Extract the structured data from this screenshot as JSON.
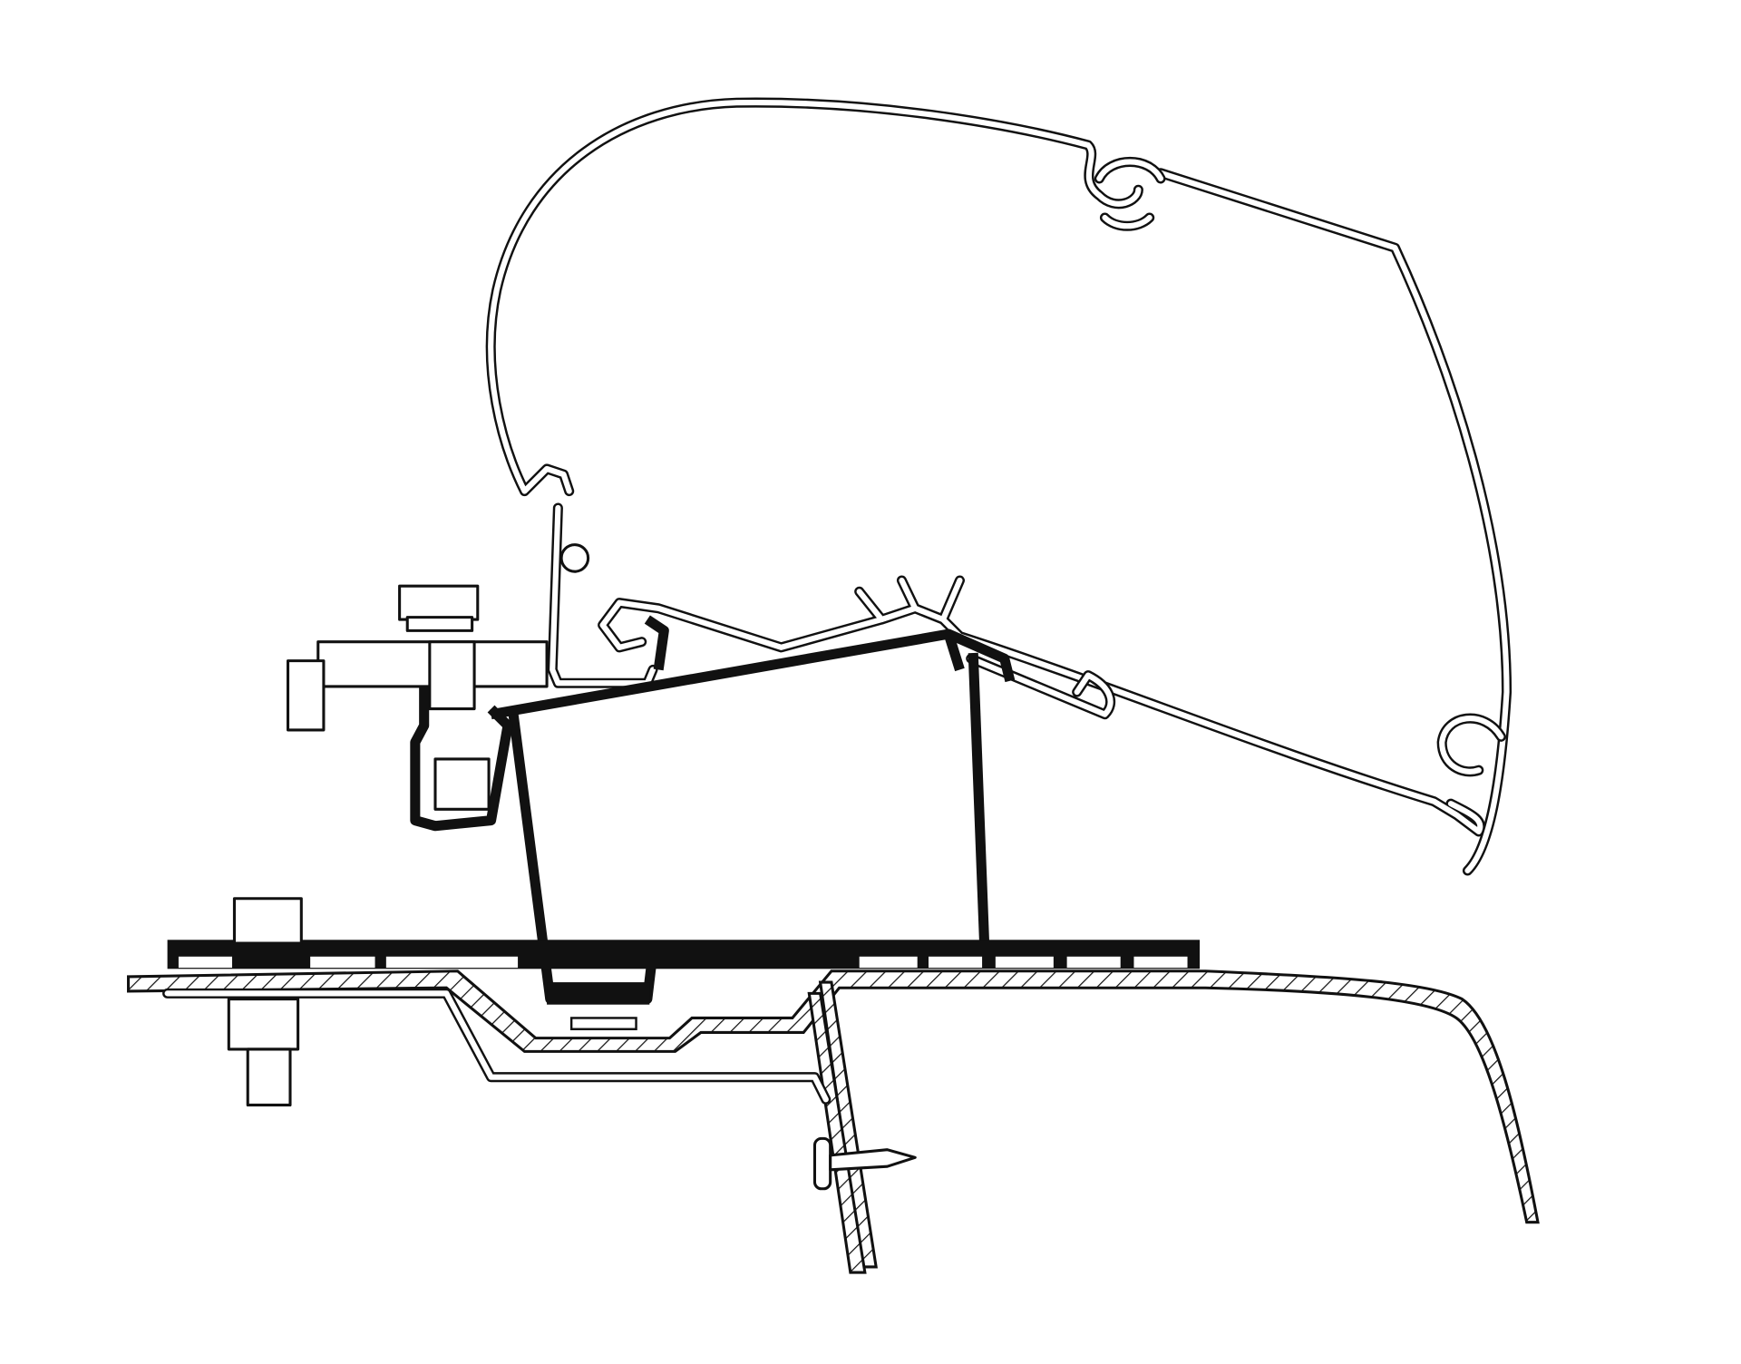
{
  "diagram": {
    "subject": "awning-adapter-cross-section",
    "colors": {
      "line": "#111111",
      "background": "#ffffff"
    },
    "parts": [
      "awning-casing",
      "adapter-bracket",
      "mounting-bolts",
      "roof-panel",
      "base-plate",
      "screw"
    ]
  }
}
